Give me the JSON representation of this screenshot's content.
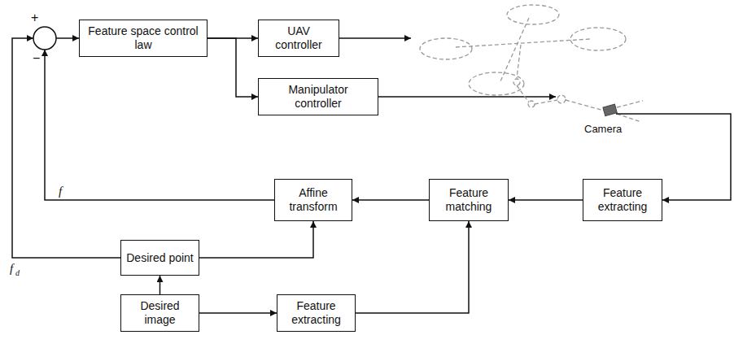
{
  "diagram": {
    "nodes": [
      {
        "text": [
          "Feature space control law"
        ]
      },
      {
        "text": [
          "UAV controller"
        ]
      },
      {
        "text": [
          "Manipulator controller"
        ]
      },
      {
        "text": [
          "Affine transform"
        ]
      },
      {
        "text": [
          "Feature matching"
        ]
      },
      {
        "text": [
          "Feature extracting"
        ]
      },
      {
        "text": [
          "Desired point"
        ]
      },
      {
        "text": [
          "Desired image"
        ]
      },
      {
        "text": [
          "Feature extracting"
        ]
      }
    ],
    "edges": [
      {
        "from": 0,
        "to": 1,
        "arrow": "to"
      },
      {
        "from": 0,
        "to": 2,
        "arrow": "to"
      },
      {
        "from": 5,
        "to": 4,
        "arrow": "to"
      },
      {
        "from": 4,
        "to": 3,
        "arrow": "to"
      },
      {
        "from": 6,
        "to": 3,
        "arrow": "to"
      },
      {
        "from": 7,
        "to": 6,
        "arrow": "to"
      },
      {
        "from": 7,
        "to": 8,
        "arrow": "to"
      },
      {
        "from": 8,
        "to": 4,
        "arrow": "to"
      }
    ],
    "labels": [
      "+",
      "−",
      "f",
      "f",
      "d",
      "Camera"
    ]
  }
}
